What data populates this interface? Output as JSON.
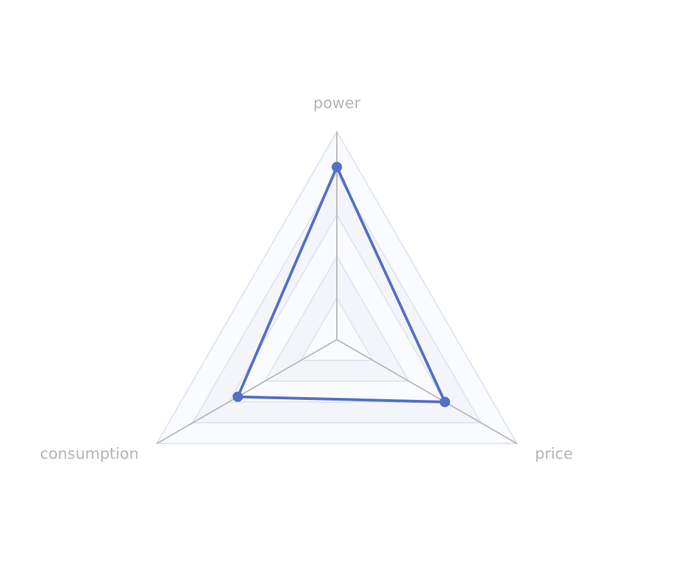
{
  "chart_data": {
    "type": "radar",
    "title": "",
    "indicators": [
      {
        "name": "power",
        "max": 100
      },
      {
        "name": "price",
        "max": 100
      },
      {
        "name": "consumption",
        "max": 100
      }
    ],
    "series": [
      {
        "values": [
          83,
          60,
          55
        ]
      }
    ],
    "split_number": 5,
    "grid": true,
    "colors": {
      "series": "#5470c6",
      "axis_line": "#bbbbbb",
      "split_line": "#e0e6f1",
      "split_area_a": "#fafbfe",
      "split_area_b": "#f3f5fb",
      "label": "#b5b5b5"
    }
  }
}
